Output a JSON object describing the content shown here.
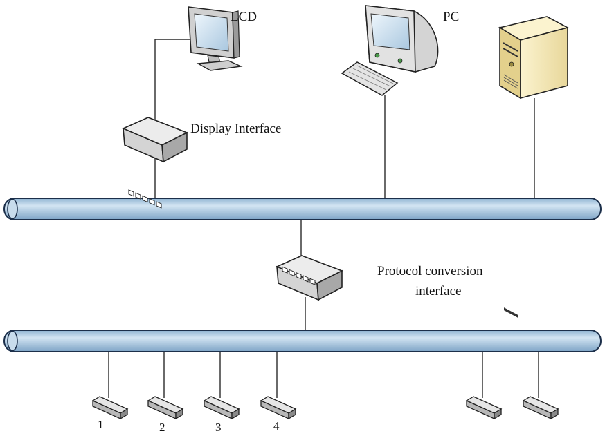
{
  "diagram": {
    "labels": {
      "lcd": "LCD",
      "pc": "PC",
      "display_interface": "Display Interface",
      "protocol_line1": "Protocol conversion",
      "protocol_line2": "interface"
    },
    "devices": [
      "1",
      "2",
      "3",
      "4"
    ],
    "colors": {
      "bus_fill": "#a9c7df",
      "bus_edge": "#1c2f4a",
      "wire": "#2a2a2a",
      "hub_body": "#d9d9d9",
      "server_body": "#f3e7b8",
      "monitor_screen": "#cfe3f2"
    },
    "icons": [
      "lcd-monitor-icon",
      "pc-computer-icon",
      "server-icon",
      "hub-icon",
      "device-icon"
    ]
  }
}
